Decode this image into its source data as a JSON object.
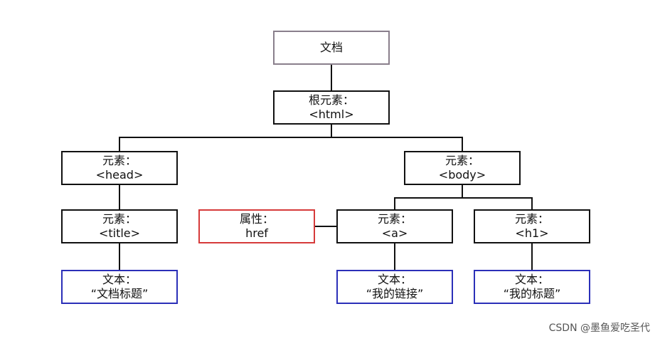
{
  "nodes": {
    "document": {
      "line1": "文档"
    },
    "root": {
      "line1": "根元素：",
      "line2": "<html>"
    },
    "head": {
      "line1": "元素：",
      "line2": "<head>"
    },
    "body": {
      "line1": "元素：",
      "line2": "<body>"
    },
    "title": {
      "line1": "元素：",
      "line2": "<title>"
    },
    "attr": {
      "line1": "属性：",
      "line2": "href"
    },
    "a": {
      "line1": "元素：",
      "line2": "<a>"
    },
    "h1": {
      "line1": "元素：",
      "line2": "<h1>"
    },
    "title_text": {
      "line1": "文本：",
      "line2": "“文档标题”"
    },
    "a_text": {
      "line1": "文本：",
      "line2": "“我的链接”"
    },
    "h1_text": {
      "line1": "文本：",
      "line2": "“我的标题”"
    }
  },
  "colors": {
    "root_border": "#8a7f8c",
    "text_border": "#2b2fb8",
    "attr_border": "#d63a3a",
    "element_border": "#111111"
  },
  "watermark": "CSDN @墨鱼爱吃圣代"
}
